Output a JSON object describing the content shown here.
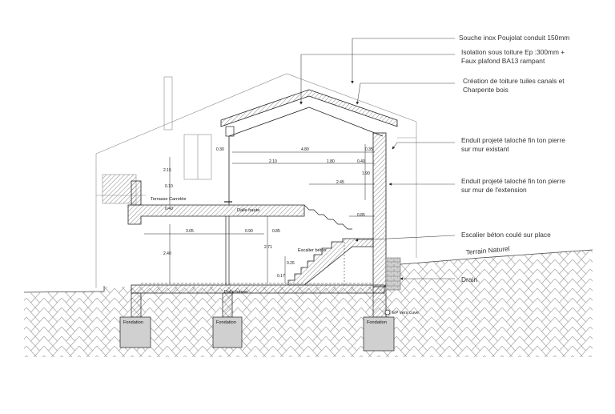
{
  "annotations": {
    "chimney": "Souche inox Poujolat conduit 150mm",
    "insulation_1": "Isolation sous toiture Ep :300mm +",
    "insulation_2": "Faux plafond BA13 rampant",
    "roof_1": "Création de toiture tuiles canals et",
    "roof_2": "Charpente bois",
    "render_existing_1": "Enduit projeté taloché fin ton pierre",
    "render_existing_2": "sur mur existant",
    "render_ext_1": "Enduit projeté taloché fin ton pierre",
    "render_ext_2": "sur mur de l'extension",
    "stair": "Escalier béton coulé sur place",
    "terrain": "Terrain Naturel",
    "drain": "Drain"
  },
  "labels": {
    "terrace": "Terrasse Carrelée",
    "slab_high": "Dalle haute",
    "slab_low": "Dalle basse",
    "stair_concrete": "Escalier béton",
    "drain_outlet": "EP vers cuve",
    "foundation": [
      "Fondation",
      "Fondation",
      "Fondation"
    ]
  },
  "dimensions": {
    "d_030": "0.30",
    "d_480": "4.80",
    "d_035": "0.35",
    "d_210": "2.10",
    "d_180": "1.80",
    "d_040a": "0.40",
    "d_190": "1.90",
    "d_245": "2.45",
    "d_215": "2.15",
    "d_010": "0.10",
    "d_040b": "0.40",
    "d_085a": "0.85",
    "d_305": "3.05",
    "d_090": "0.90",
    "d_085b": "0.85",
    "d_271": "2.71",
    "d_240": "2.40",
    "d_026": "0.26",
    "d_017": "0.17"
  },
  "colors": {
    "line": "#222222",
    "light_line": "#8a8a8a",
    "section_fill": "#bdbdbd",
    "ground_pattern": "#9a9a9a",
    "footing_fill": "#d0d0d0"
  }
}
